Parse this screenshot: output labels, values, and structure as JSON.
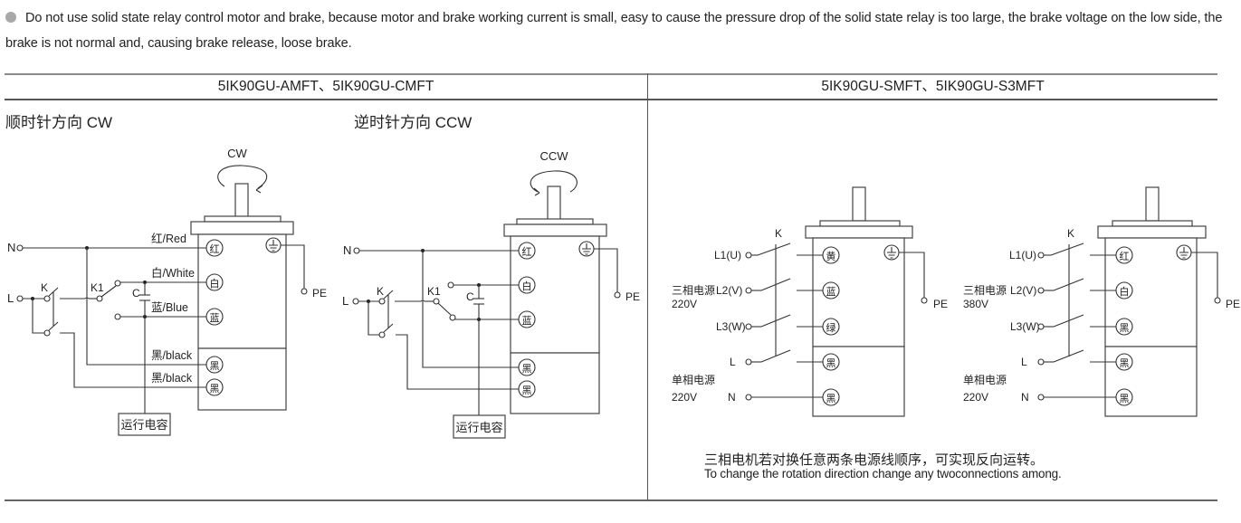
{
  "note": {
    "bullet_icon": "filled-circle-bullet",
    "text": "Do not use solid state relay control motor and brake, because motor and brake working current is small, easy to cause the pressure drop of the solid state relay is too large, the brake voltage on the low side, the brake is not normal and, causing brake release, loose brake."
  },
  "table": {
    "left_header": "5IK90GU-AMFT、5IK90GU-CMFT",
    "right_header": "5IK90GU-SMFT、5IK90GU-S3MFT"
  },
  "single_phase": {
    "cw": {
      "title": "顺时针方向 CW",
      "rotation_label": "CW",
      "power_labels": {
        "n": "N",
        "l": "L",
        "pe": "PE"
      },
      "switch_labels": {
        "k": "K",
        "k1": "K1",
        "c": "C"
      },
      "wires": [
        {
          "label": "红/Red",
          "terminal": "红"
        },
        {
          "label": "白/White",
          "terminal": "白"
        },
        {
          "label": "蓝/Blue",
          "terminal": "蓝"
        },
        {
          "label": "黑/black",
          "terminal": "黑"
        },
        {
          "label": "黑/black",
          "terminal": "黑"
        }
      ],
      "ground_terminal": "⏚",
      "capacitor_box": "运行电容"
    },
    "ccw": {
      "title": "逆时针方向 CCW",
      "rotation_label": "CCW",
      "power_labels": {
        "n": "N",
        "l": "L",
        "pe": "PE"
      },
      "switch_labels": {
        "k": "K",
        "k1": "K1",
        "c": "C"
      },
      "terminals": [
        "红",
        "白",
        "蓝",
        "黑",
        "黑"
      ],
      "ground_terminal": "⏚",
      "capacitor_box": "运行电容"
    }
  },
  "three_phase": {
    "v220": {
      "switch_label": "K",
      "lines": [
        "L1(U)",
        "L2(V)",
        "L3(W)",
        "L",
        "N"
      ],
      "three_phase_source": "三相电源",
      "three_phase_voltage": "220V",
      "single_phase_source": "单相电源",
      "single_phase_voltage": "220V",
      "terminals": [
        "黄",
        "蓝",
        "绿",
        "黑",
        "黑"
      ],
      "pe_label": "PE",
      "ground_terminal": "⏚"
    },
    "v380": {
      "switch_label": "K",
      "lines": [
        "L1(U)",
        "L2(V)",
        "L3(W)",
        "L",
        "N"
      ],
      "three_phase_source": "三相电源",
      "three_phase_voltage": "380V",
      "single_phase_source": "单相电源",
      "single_phase_voltage": "220V",
      "terminals": [
        "红",
        "白",
        "黑",
        "黑",
        "黑"
      ],
      "pe_label": "PE",
      "ground_terminal": "⏚"
    },
    "footnote_cn": "三相电机若对换任意两条电源线顺序，可实现反向运转。",
    "footnote_en": "To change the rotation direction change any twoconnections among."
  }
}
